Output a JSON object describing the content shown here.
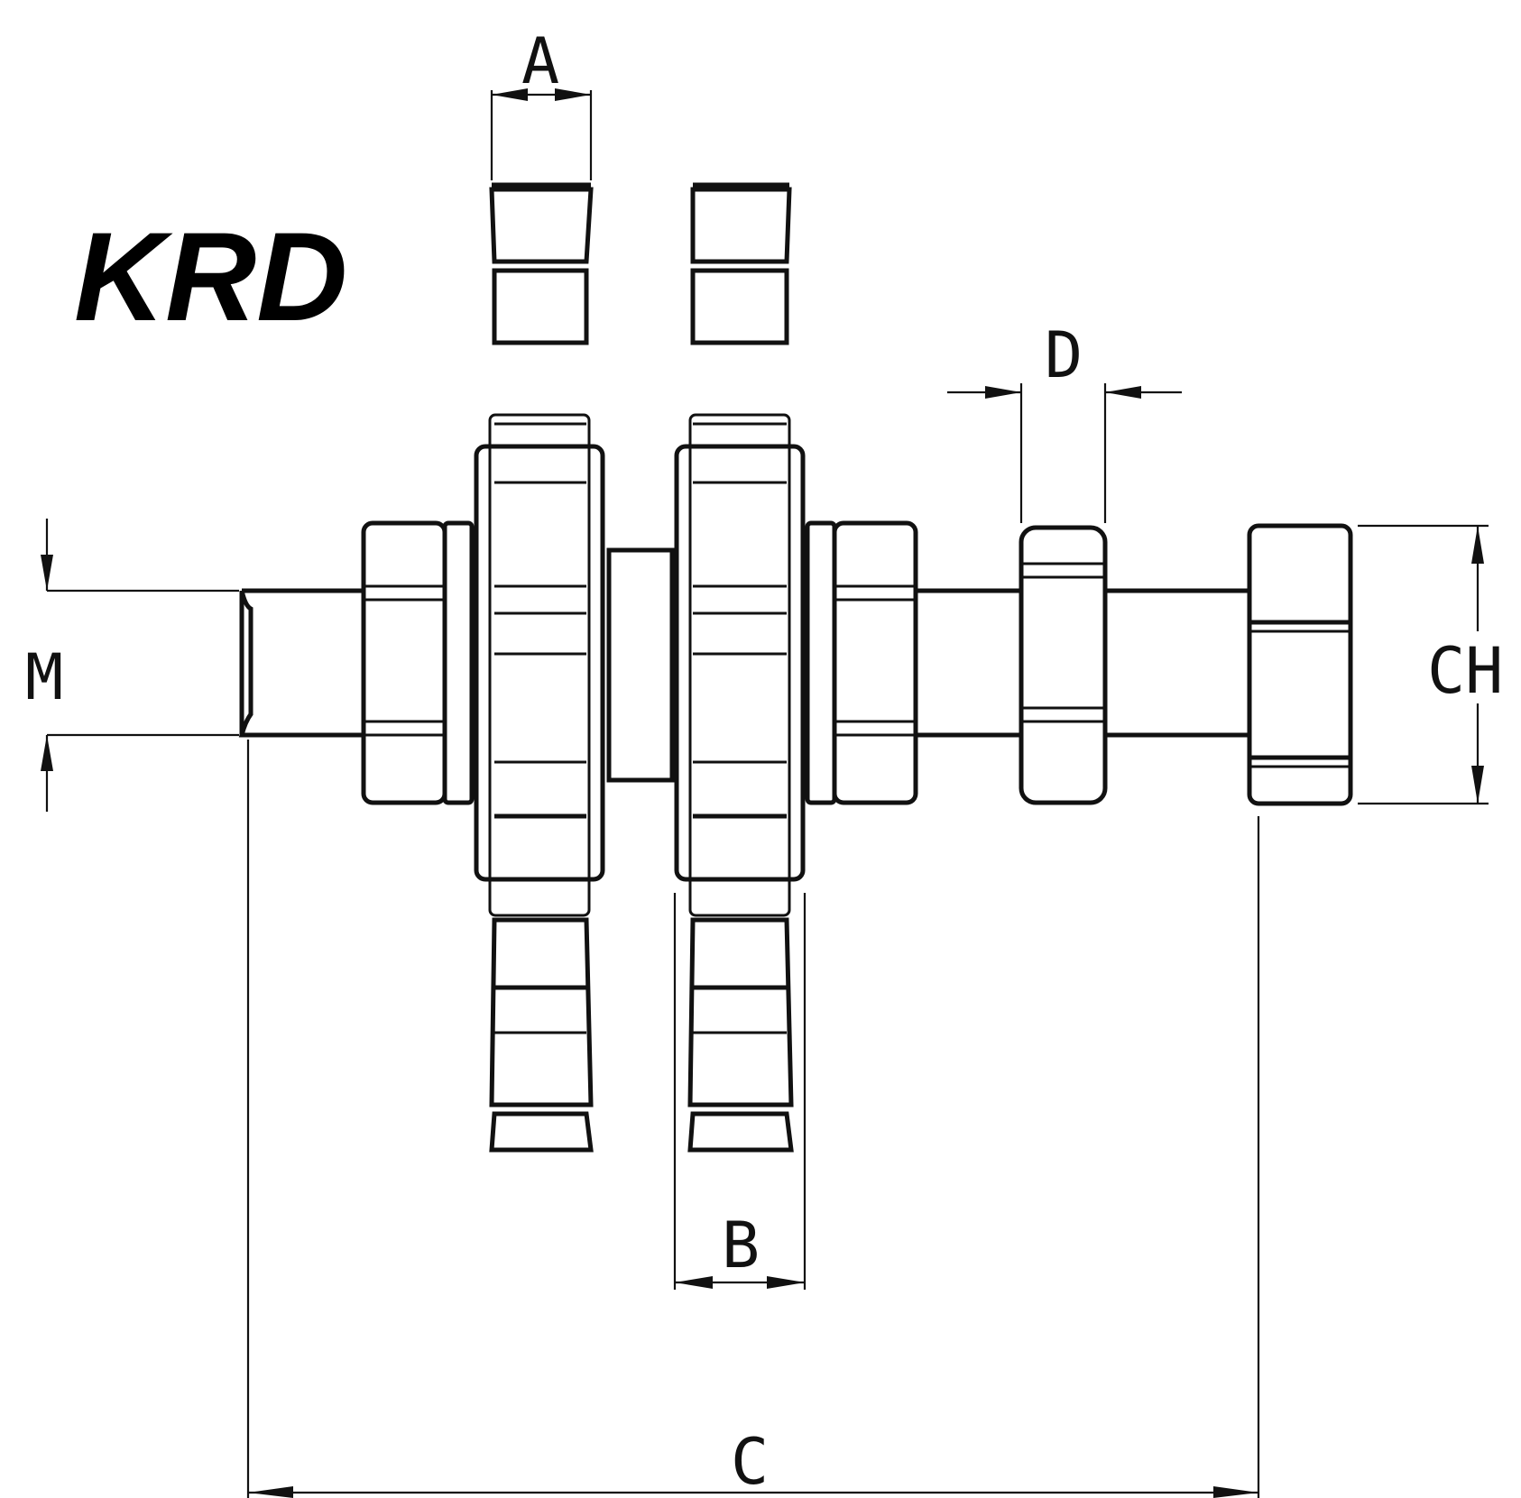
{
  "diagram": {
    "title": "KRD",
    "labels": {
      "a": "A",
      "b": "B",
      "c": "C",
      "d": "D",
      "m": "M",
      "ch": "CH"
    }
  }
}
